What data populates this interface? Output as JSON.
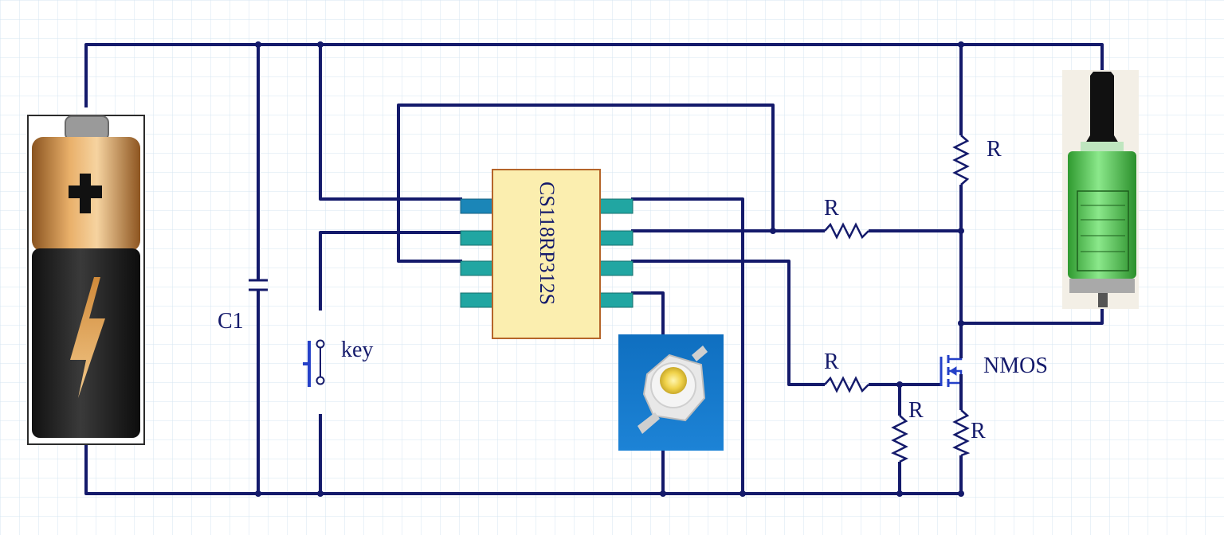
{
  "labels": {
    "capacitor": "C1",
    "switch": "key",
    "chip": "CS118RP312S",
    "transistor": "NMOS",
    "resistor_top": "R",
    "resistor_mid": "R",
    "resistor_low": "R",
    "resistor_gate": "R",
    "resistor_source": "R"
  },
  "colors": {
    "wire": "#141a6b",
    "grid": "#c7dcec",
    "chip_fill": "#fbeeaf",
    "chip_border": "#b5652a",
    "pin": "#21a6a2",
    "text": "#141a6b"
  },
  "icons": {
    "battery": "battery-icon",
    "led": "led-icon",
    "atomizer": "atomizer-icon"
  }
}
